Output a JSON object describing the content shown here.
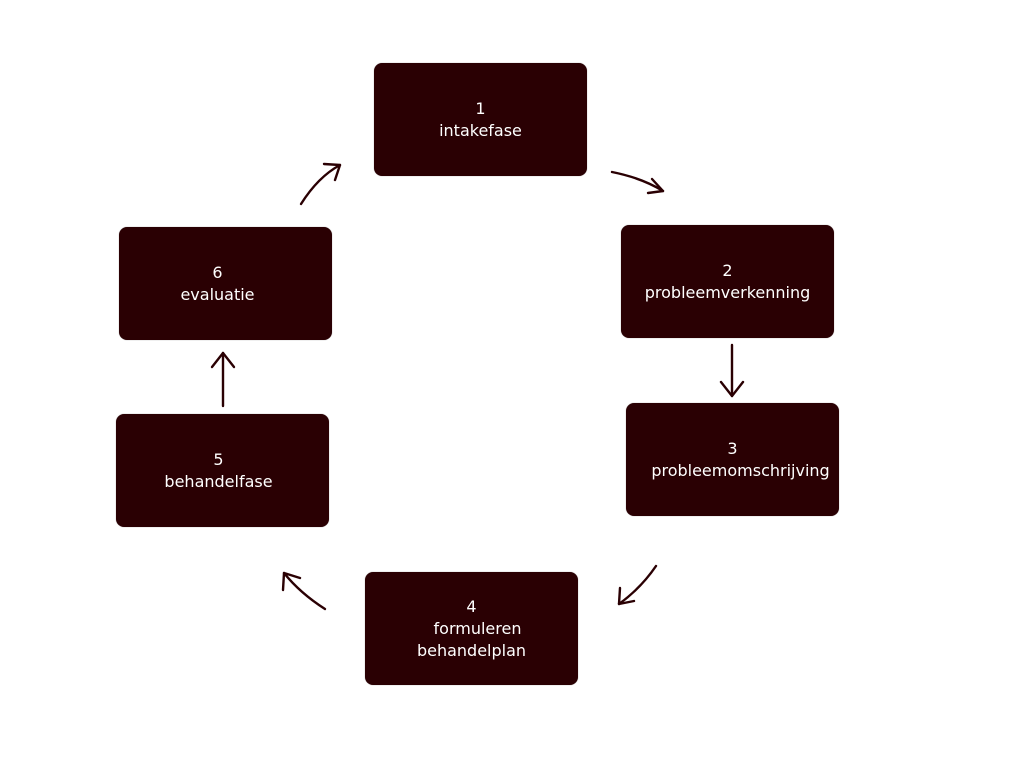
{
  "diagram": {
    "steps": [
      {
        "number": "1",
        "lines": [
          "intakefase"
        ]
      },
      {
        "number": "2",
        "lines": [
          "probleemverkenning"
        ]
      },
      {
        "number": "3",
        "lines": [
          "probleemomschrijving"
        ]
      },
      {
        "number": "4",
        "lines": [
          "formuleren",
          "behandelplan"
        ]
      },
      {
        "number": "5",
        "lines": [
          "behandelfase"
        ]
      },
      {
        "number": "6",
        "lines": [
          "evaluatie"
        ]
      }
    ],
    "colors": {
      "box_fill": "#2a0003",
      "box_text": "#ffffff",
      "arrow": "#2a0003",
      "background": "#ffffff"
    }
  }
}
